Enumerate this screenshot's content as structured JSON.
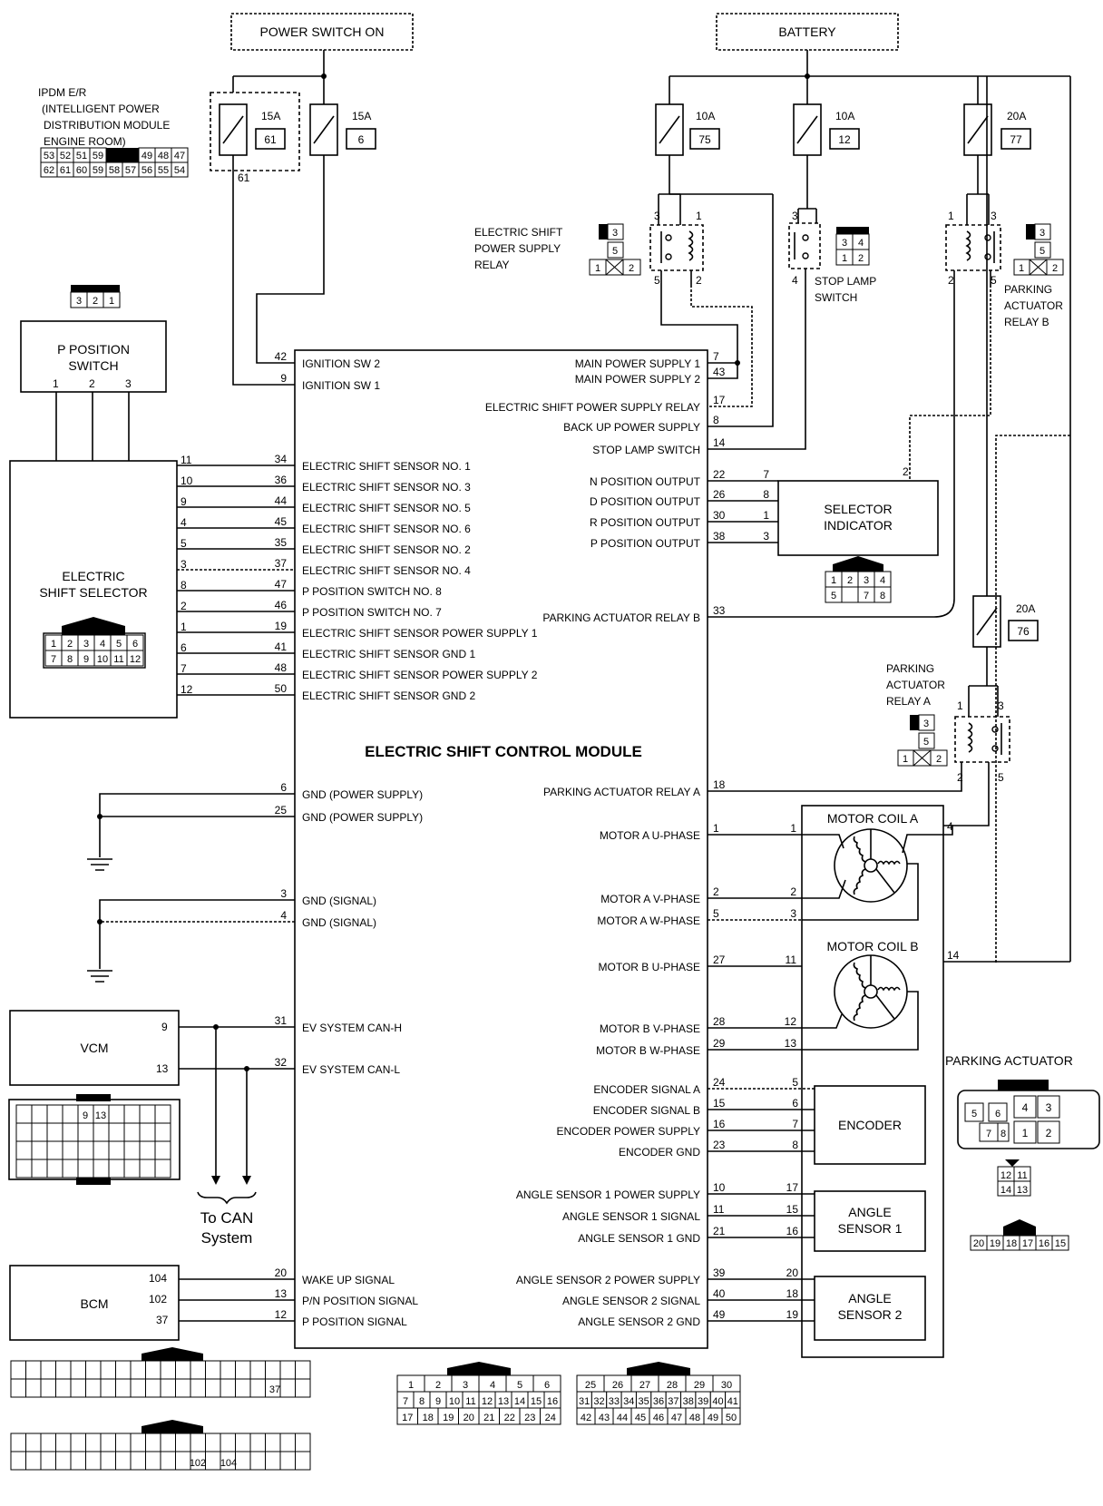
{
  "sources": {
    "power_switch_on": "POWER SWITCH ON",
    "battery": "BATTERY"
  },
  "ipdm": {
    "line1": "IPDM E/R",
    "line2": "(INTELLIGENT POWER",
    "line3": "DISTRIBUTION MODULE",
    "line4": "ENGINE ROOM)",
    "top_row": [
      "53",
      "52",
      "51",
      "59",
      "",
      "49",
      "48",
      "47"
    ],
    "bottom_row": [
      "62",
      "61",
      "60",
      "59",
      "58",
      "57",
      "56",
      "55",
      "54"
    ],
    "pin_61": "61"
  },
  "fuses": [
    {
      "amp": "15A",
      "num": "61"
    },
    {
      "amp": "15A",
      "num": "6"
    },
    {
      "amp": "10A",
      "num": "75"
    },
    {
      "amp": "10A",
      "num": "12"
    },
    {
      "amp": "20A",
      "num": "77"
    },
    {
      "amp": "20A",
      "num": "76"
    }
  ],
  "relays": {
    "esps": {
      "l1": "ELECTRIC SHIFT",
      "l2": "POWER SUPPLY",
      "l3": "RELAY",
      "p3": "3",
      "p1": "1",
      "p5": "5",
      "p2": "2",
      "c3": "3",
      "c5": "5",
      "c1": "1",
      "c2": "2"
    },
    "stop": {
      "l1": "STOP LAMP",
      "l2": "SWITCH",
      "p3": "3",
      "p4": "4",
      "c3": "3",
      "c4": "4",
      "c1": "1",
      "c2": "2"
    },
    "parkB": {
      "l1": "PARKING",
      "l2": "ACTUATOR",
      "l3": "RELAY B",
      "p1": "1",
      "p3": "3",
      "p2": "2",
      "p5": "5",
      "c3": "3",
      "c5": "5",
      "c1": "1",
      "c2": "2"
    },
    "parkA": {
      "l1": "PARKING",
      "l2": "ACTUATOR",
      "l3": "RELAY A",
      "p1": "1",
      "p3": "3",
      "p2": "2",
      "p5": "5",
      "c3": "3",
      "c5": "5",
      "c1": "1",
      "c2": "2"
    }
  },
  "p_switch": {
    "line1": "P POSITION",
    "line2": "SWITCH",
    "pins": [
      "1",
      "2",
      "3"
    ],
    "connector": [
      "3",
      "2",
      "1"
    ]
  },
  "selector": {
    "line1": "ELECTRIC",
    "line2": "SHIFT SELECTOR",
    "pins": [
      "11",
      "10",
      "9",
      "4",
      "5",
      "3",
      "8",
      "2",
      "1",
      "6",
      "7",
      "12"
    ],
    "conn_top": [
      "1",
      "2",
      "3",
      "4",
      "5",
      "6"
    ],
    "conn_bot": [
      "7",
      "8",
      "9",
      "10",
      "11",
      "12"
    ]
  },
  "module": {
    "title": "ELECTRIC SHIFT CONTROL MODULE",
    "left": [
      {
        "pin": "42",
        "label": "IGNITION SW 2"
      },
      {
        "pin": "9",
        "label": "IGNITION SW 1"
      },
      {
        "pin": "34",
        "label": "ELECTRIC SHIFT SENSOR NO. 1"
      },
      {
        "pin": "36",
        "label": "ELECTRIC SHIFT SENSOR NO. 3"
      },
      {
        "pin": "44",
        "label": "ELECTRIC SHIFT SENSOR NO. 5"
      },
      {
        "pin": "45",
        "label": "ELECTRIC SHIFT SENSOR NO. 6"
      },
      {
        "pin": "35",
        "label": "ELECTRIC SHIFT SENSOR NO. 2"
      },
      {
        "pin": "37",
        "label": "ELECTRIC SHIFT SENSOR NO. 4"
      },
      {
        "pin": "47",
        "label": "P POSITION SWITCH NO. 8"
      },
      {
        "pin": "46",
        "label": "P POSITION SWITCH NO. 7"
      },
      {
        "pin": "19",
        "label": "ELECTRIC SHIFT SENSOR POWER SUPPLY 1"
      },
      {
        "pin": "41",
        "label": "ELECTRIC SHIFT SENSOR GND 1"
      },
      {
        "pin": "48",
        "label": "ELECTRIC SHIFT SENSOR POWER SUPPLY 2"
      },
      {
        "pin": "50",
        "label": "ELECTRIC SHIFT SENSOR GND 2"
      },
      {
        "pin": "6",
        "label": "GND (POWER SUPPLY)"
      },
      {
        "pin": "25",
        "label": "GND (POWER SUPPLY)"
      },
      {
        "pin": "3",
        "label": "GND (SIGNAL)"
      },
      {
        "pin": "4",
        "label": "GND (SIGNAL)"
      },
      {
        "pin": "31",
        "label": "EV SYSTEM CAN-H"
      },
      {
        "pin": "32",
        "label": "EV SYSTEM CAN-L"
      },
      {
        "pin": "20",
        "label": "WAKE UP SIGNAL"
      },
      {
        "pin": "13",
        "label": "P/N POSITION SIGNAL"
      },
      {
        "pin": "12",
        "label": "P POSITION SIGNAL"
      }
    ],
    "right": [
      {
        "pin": "7",
        "label": "MAIN POWER SUPPLY 1"
      },
      {
        "pin": "43",
        "label": "MAIN POWER SUPPLY 2"
      },
      {
        "pin": "17",
        "label": "ELECTRIC SHIFT POWER SUPPLY RELAY"
      },
      {
        "pin": "8",
        "label": "BACK UP POWER SUPPLY"
      },
      {
        "pin": "14",
        "label": "STOP LAMP SWITCH"
      },
      {
        "pin": "22",
        "label": "N POSITION OUTPUT"
      },
      {
        "pin": "26",
        "label": "D POSITION OUTPUT"
      },
      {
        "pin": "30",
        "label": "R POSITION OUTPUT"
      },
      {
        "pin": "38",
        "label": "P POSITION OUTPUT"
      },
      {
        "pin": "33",
        "label": "PARKING ACTUATOR RELAY B"
      },
      {
        "pin": "18",
        "label": "PARKING ACTUATOR RELAY A"
      },
      {
        "pin": "1",
        "label": "MOTOR A U-PHASE"
      },
      {
        "pin": "2",
        "label": "MOTOR A V-PHASE"
      },
      {
        "pin": "5",
        "label": "MOTOR A W-PHASE"
      },
      {
        "pin": "27",
        "label": "MOTOR B U-PHASE"
      },
      {
        "pin": "28",
        "label": "MOTOR B V-PHASE"
      },
      {
        "pin": "29",
        "label": "MOTOR B W-PHASE"
      },
      {
        "pin": "24",
        "label": "ENCODER SIGNAL A"
      },
      {
        "pin": "15",
        "label": "ENCODER SIGNAL B"
      },
      {
        "pin": "16",
        "label": "ENCODER POWER SUPPLY"
      },
      {
        "pin": "23",
        "label": "ENCODER GND"
      },
      {
        "pin": "10",
        "label": "ANGLE SENSOR 1 POWER SUPPLY"
      },
      {
        "pin": "11",
        "label": "ANGLE SENSOR 1 SIGNAL"
      },
      {
        "pin": "21",
        "label": "ANGLE SENSOR 1 GND"
      },
      {
        "pin": "39",
        "label": "ANGLE SENSOR 2 POWER SUPPLY"
      },
      {
        "pin": "40",
        "label": "ANGLE SENSOR 2 SIGNAL"
      },
      {
        "pin": "49",
        "label": "ANGLE SENSOR 2 GND"
      }
    ]
  },
  "sel_indicator": {
    "line1": "SELECTOR",
    "line2": "INDICATOR",
    "pins": [
      "7",
      "8",
      "1",
      "3"
    ],
    "pin_top": "2",
    "conn_top": [
      "1",
      "2",
      "3",
      "4"
    ],
    "conn_bot": [
      "5",
      "",
      "7",
      "8"
    ]
  },
  "motor": {
    "coilA": "MOTOR COIL A",
    "coilB": "MOTOR COIL B",
    "a_pins": [
      "1",
      "2",
      "3",
      "4"
    ],
    "b_pins": [
      "11",
      "12",
      "13",
      "14"
    ]
  },
  "parking_actuator": {
    "label": "PARKING ACTUATOR",
    "conn_left": [
      "5",
      "6",
      "7",
      "8"
    ],
    "conn_right": [
      "4",
      "3",
      "1",
      "2"
    ],
    "small": [
      "12",
      "11",
      "14",
      "13"
    ],
    "row": [
      "20",
      "19",
      "18",
      "17",
      "16",
      "15"
    ]
  },
  "encoder": {
    "label": "ENCODER",
    "pins": [
      "5",
      "6",
      "7",
      "8"
    ]
  },
  "angle1": {
    "line1": "ANGLE",
    "line2": "SENSOR 1",
    "pins": [
      "17",
      "15",
      "16"
    ]
  },
  "angle2": {
    "line1": "ANGLE",
    "line2": "SENSOR 2",
    "pins": [
      "20",
      "18",
      "19"
    ]
  },
  "vcm": {
    "label": "VCM",
    "pins": [
      "9",
      "13"
    ],
    "conn_pins": [
      "9",
      "13"
    ]
  },
  "can": {
    "line1": "To CAN",
    "line2": "System"
  },
  "bcm": {
    "label": "BCM",
    "pins": [
      "104",
      "102",
      "37"
    ],
    "conn1_pin": "37",
    "conn2_pins": [
      "102",
      "104"
    ]
  },
  "module_conn1": {
    "top": [
      "1",
      "2",
      "3",
      "4",
      "5",
      "6"
    ],
    "mid": [
      "7",
      "8",
      "9",
      "10",
      "11",
      "12",
      "13",
      "14",
      "15",
      "16"
    ],
    "bot": [
      "17",
      "18",
      "19",
      "20",
      "21",
      "22",
      "23",
      "24"
    ]
  },
  "module_conn2": {
    "top": [
      "25",
      "26",
      "27",
      "28",
      "29",
      "30"
    ],
    "mid": [
      "31",
      "32",
      "33",
      "34",
      "35",
      "36",
      "37",
      "38",
      "39",
      "40",
      "41"
    ],
    "bot": [
      "42",
      "43",
      "44",
      "45",
      "46",
      "47",
      "48",
      "49",
      "50"
    ]
  }
}
